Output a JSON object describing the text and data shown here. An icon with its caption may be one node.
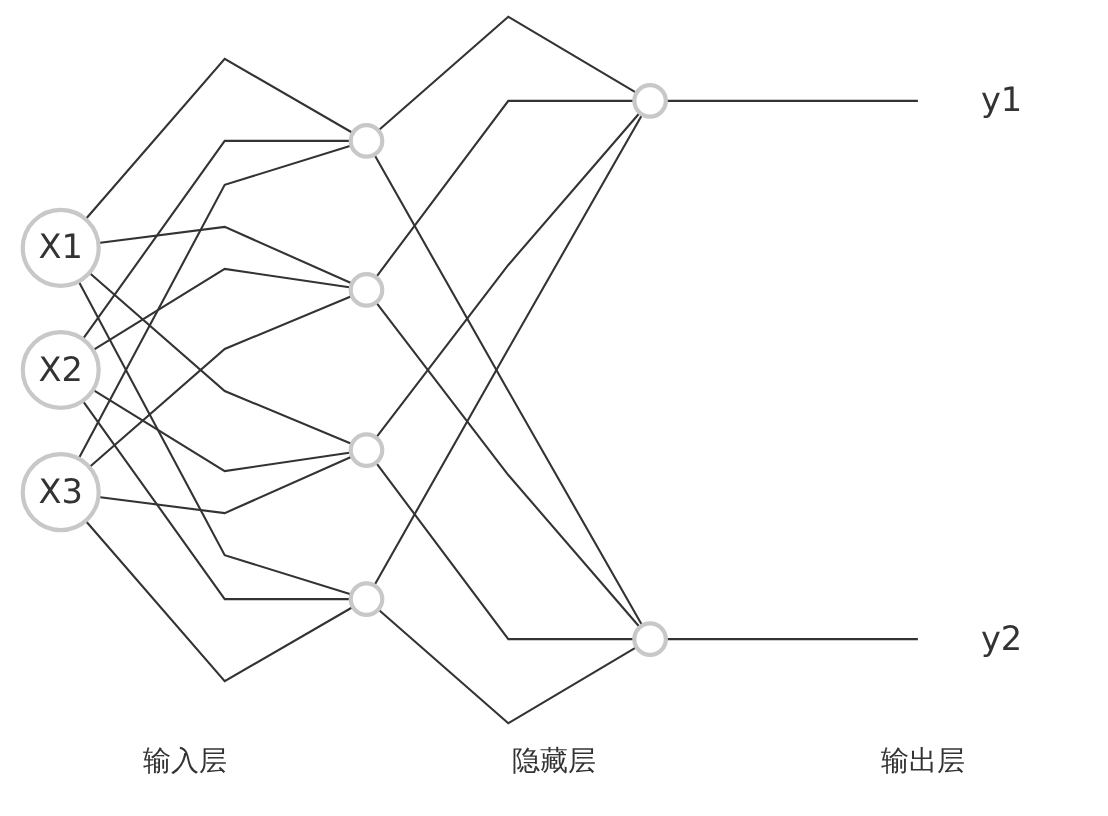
{
  "diagram": {
    "nodes": [
      {
        "text": [
          "X1"
        ]
      },
      {
        "text": [
          "X2"
        ]
      },
      {
        "text": [
          "X3"
        ]
      },
      {
        "text": [],
        "shape": "circle"
      },
      {
        "text": [],
        "shape": "circle"
      },
      {
        "text": [],
        "shape": "circle"
      },
      {
        "text": [],
        "shape": "circle"
      },
      {
        "text": [],
        "shape": "circle"
      },
      {
        "text": [],
        "shape": "circle"
      },
      {
        "text": [
          "y1"
        ]
      },
      {
        "text": [
          "y2"
        ]
      }
    ],
    "edges": [
      {
        "from": 0,
        "to": 3,
        "arrow": "none"
      },
      {
        "from": 0,
        "to": 4,
        "arrow": "none"
      },
      {
        "from": 0,
        "to": 5,
        "arrow": "none"
      },
      {
        "from": 0,
        "to": 6,
        "arrow": "none"
      },
      {
        "from": 1,
        "to": 3,
        "arrow": "none"
      },
      {
        "from": 1,
        "to": 4,
        "arrow": "none"
      },
      {
        "from": 1,
        "to": 5,
        "arrow": "none"
      },
      {
        "from": 1,
        "to": 6,
        "arrow": "none"
      },
      {
        "from": 2,
        "to": 3,
        "arrow": "none"
      },
      {
        "from": 2,
        "to": 4,
        "arrow": "none"
      },
      {
        "from": 2,
        "to": 5,
        "arrow": "none"
      },
      {
        "from": 2,
        "to": 6,
        "arrow": "none"
      },
      {
        "from": 3,
        "to": 7,
        "arrow": "none"
      },
      {
        "from": 3,
        "to": 8,
        "arrow": "none"
      },
      {
        "from": 4,
        "to": 7,
        "arrow": "none"
      },
      {
        "from": 4,
        "to": 8,
        "arrow": "none"
      },
      {
        "from": 5,
        "to": 7,
        "arrow": "none"
      },
      {
        "from": 5,
        "to": 8,
        "arrow": "none"
      },
      {
        "from": 6,
        "to": 7,
        "arrow": "none"
      },
      {
        "from": 6,
        "to": 8,
        "arrow": "none"
      },
      {
        "from": 7,
        "to": 9,
        "arrow": "none"
      },
      {
        "from": 8,
        "to": 10,
        "arrow": "none"
      }
    ],
    "labels": [
      "输入层",
      "隐藏层",
      "输出层"
    ]
  }
}
